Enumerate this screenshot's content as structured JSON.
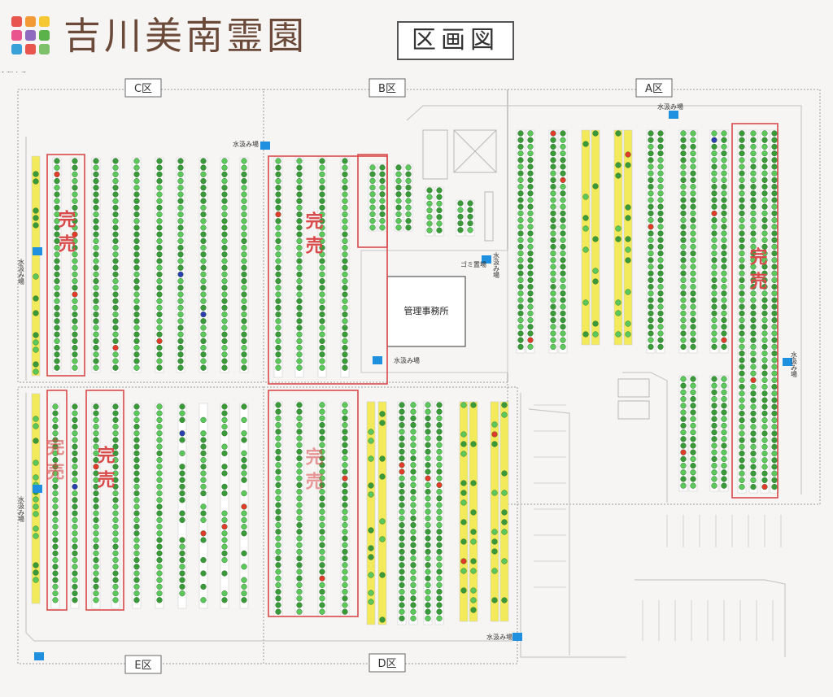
{
  "header": {
    "title": "吉川美南霊園",
    "subtitle": "区画図",
    "logo_colors": [
      "#e8554e",
      "#f39a36",
      "#f4c733",
      "#e9548e",
      "#8e6bbf",
      "#5bb14a",
      "#3aa0d8",
      "#e8554e",
      "#7fc16b"
    ]
  },
  "sections": {
    "c": "C区",
    "b": "B区",
    "a": "A区",
    "e": "E区",
    "d": "D区"
  },
  "facilities": {
    "office": "管理事務所",
    "water": "水汲み場",
    "garbage": "ゴミ置場"
  },
  "sold_out": "完売",
  "colors": {
    "grave_green": "#3a9a3a",
    "grave_light": "#5cc85c",
    "available_red": "#e23a2a",
    "reserved_blue": "#2b3bb0",
    "yellow_lot": "#f2ea5a",
    "water_blue": "#1f8fe0",
    "sold_border": "#d94a4a",
    "path_line": "#bdbdbd"
  }
}
